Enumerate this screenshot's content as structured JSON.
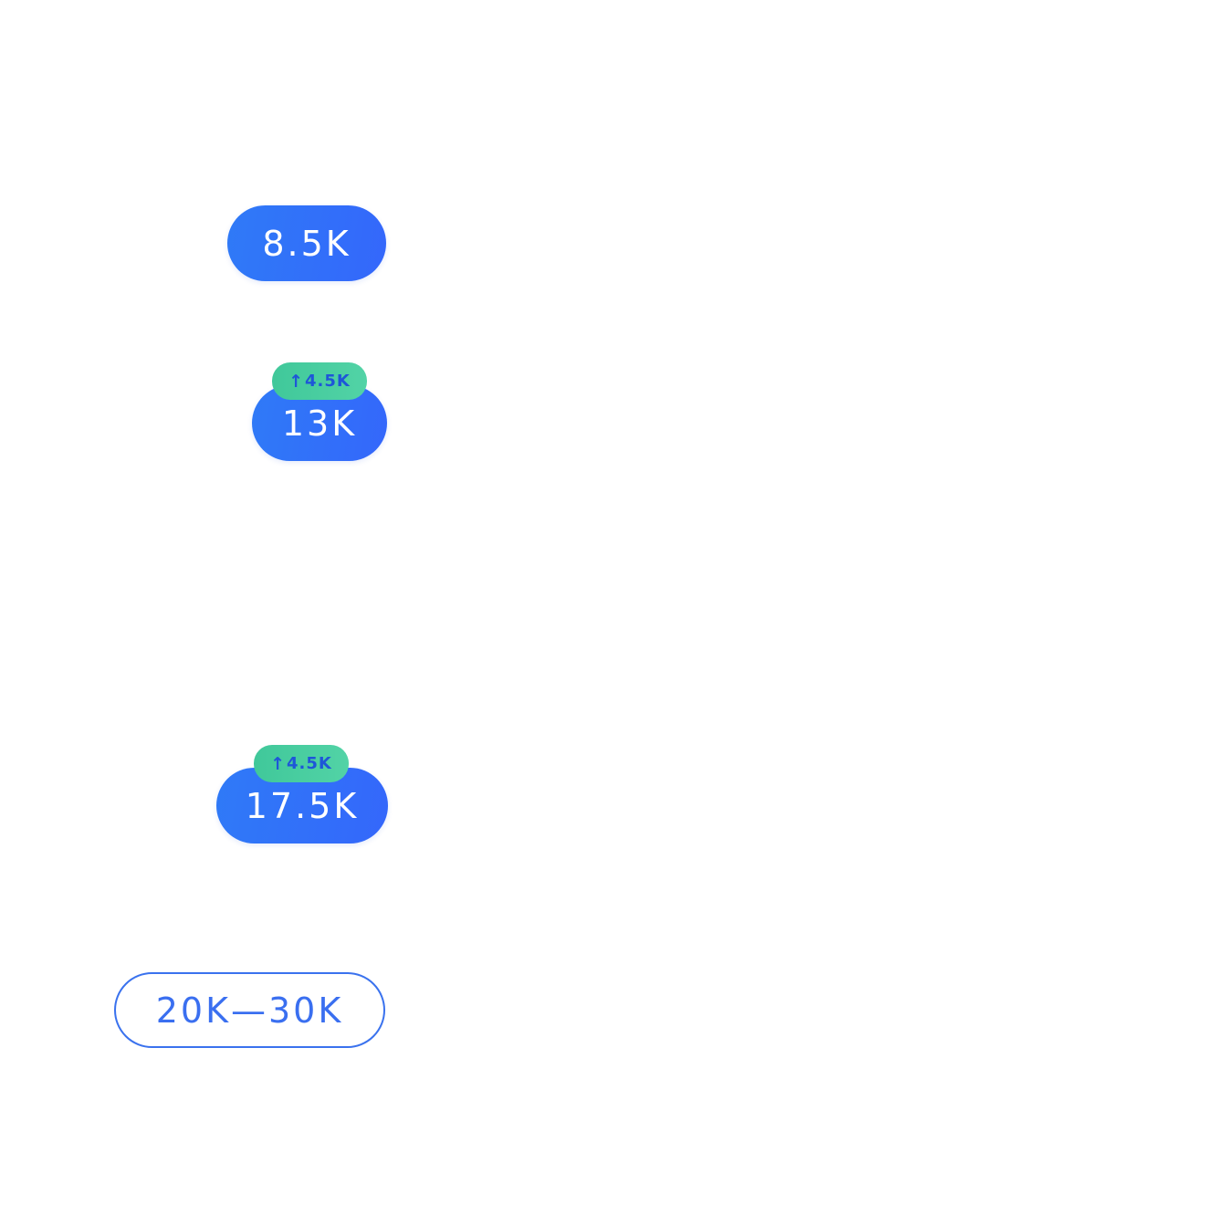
{
  "tags": [
    {
      "value": "8.5K"
    },
    {
      "value": "13K",
      "delta": {
        "arrow": "↑",
        "value": "4.5K"
      }
    },
    {
      "value": "17.5K",
      "delta": {
        "arrow": "↑",
        "value": "4.5K"
      }
    },
    {
      "value": "20K—30K"
    }
  ],
  "colors": {
    "pill_fill": "#3370F9",
    "pill_text": "#FFFFFF",
    "badge_fill": "#4ACD9F",
    "badge_text": "#1E56D8",
    "outline_border": "#3A72EE",
    "outline_text": "#3A6FF0"
  },
  "icons": {
    "delta": "arrow-up-icon"
  }
}
